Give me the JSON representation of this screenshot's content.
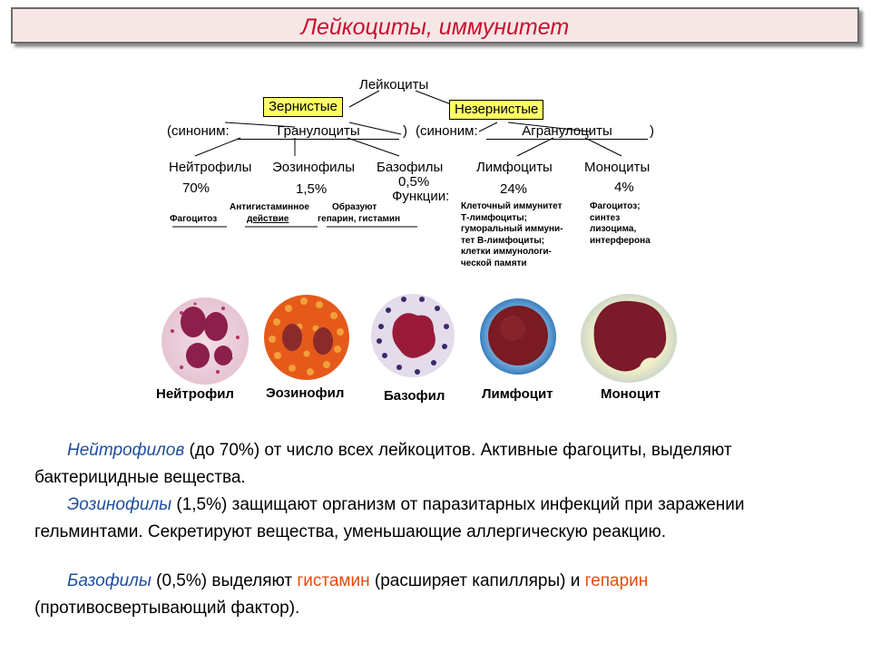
{
  "title": "Лейкоциты, иммунитет",
  "diagram": {
    "root": "Лейкоциты",
    "grainy": "Зернистые",
    "nongrainy": "Незернистые",
    "synonym_left": "(синоним:",
    "granulocytes": "Гранулоциты",
    "close_left": ")",
    "synonym_right": "(синоним:",
    "agranulocytes": "Агранулоциты",
    "close_right": ")",
    "neutrophils": "Нейтрофилы",
    "neutrophils_pct": "70%",
    "neutrophils_func": "Фагоцитоз",
    "eosinophils": "Эозинофилы",
    "eosinophils_pct": "1,5%",
    "eosinophils_func_1": "Антигистаминное",
    "eosinophils_func_2": "действие",
    "basophils": "Базофилы",
    "basophils_pct": "0,5%",
    "functions": "Функции:",
    "basophils_func_1": "Образуют",
    "basophils_func_2": "гепарин, гистамин",
    "lymphocytes": "Лимфоциты",
    "lymphocytes_pct": "24%",
    "lymph_func_1": "Клеточный иммунитет",
    "lymph_func_2": "Т-лимфоциты;",
    "lymph_func_3": "гуморальный иммуни-",
    "lymph_func_4": "тет В-лимфоциты;",
    "lymph_func_5": "клетки иммунологи-",
    "lymph_func_6": "ческой памяти",
    "monocytes": "Моноциты",
    "monocytes_pct": "4%",
    "mono_func_1": "Фагоцитоз;",
    "mono_func_2": "синтез",
    "mono_func_3": "лизоцима,",
    "mono_func_4": "интерферона"
  },
  "cells": {
    "neutrophil": "Нейтрофил",
    "eosinophil": "Эозинофил",
    "basophil": "Базофил",
    "lymphocyte": "Лимфоцит",
    "monocyte": "Моноцит"
  },
  "text": {
    "p1_term": "Нейтрофилов",
    "p1_rest": " (до 70%) от число всех лейкоцитов. Активные фагоциты, выделяют бактерицидные вещества.",
    "p2_term": "Эозинофилы",
    "p2_rest": " (1,5%) защищают организм от паразитарных инфекций при заражении гельминтами. Секретируют вещества, уменьшающие аллергическую реакцию.",
    "p3_term": "Базофилы",
    "p3_mid1": " (0,5%) выделяют ",
    "p3_histamine": "гистамин",
    "p3_mid2": " (расширяет капилляры) и ",
    "p3_heparin": "гепарин",
    "p3_end": " (противосвертывающий фактор)."
  },
  "colors": {
    "title": "#c8102e",
    "term_blue": "#1f4e9c",
    "highlight_red": "#e64a10",
    "box_yellow": "#ffff66"
  }
}
